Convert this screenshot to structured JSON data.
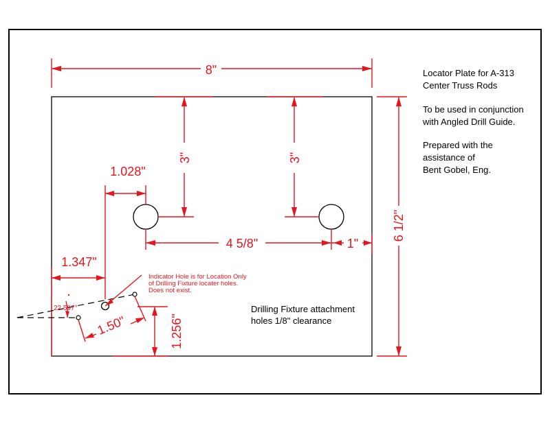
{
  "notes": {
    "title_line1": "Locator Plate for A-313",
    "title_line2": "Center Truss Rods",
    "usage_line1": "To be used in conjunction",
    "usage_line2": "with Angled Drill Guide.",
    "credit_line1": "Prepared with the",
    "credit_line2": "assistance of",
    "credit_line3": "Bent Gobel, Eng.",
    "attachment_line1": "Drilling Fixture attachment",
    "attachment_line2": "holes 1/8\" clearance",
    "indicator_line1": "Indicator Hole is for Location Only",
    "indicator_line2": "of Drilling Fixture locater holes.",
    "indicator_line3": "Does not exist."
  },
  "dimensions": {
    "width": "8\"",
    "height": "6 1/2\"",
    "left_hole_top": "3\"",
    "right_hole_top": "3\"",
    "hole_spacing": "4 5/8\"",
    "right_hole_edge": "1\"",
    "left_hole_offset": "1.028\"",
    "indicator_offset": "1.347\"",
    "fixture_hole_spacing": "1.50\"",
    "fixture_hole_height": "1.256\"",
    "fixture_angle": "22.597°"
  },
  "colors": {
    "dimension": "#e8141c",
    "outline": "#000000"
  }
}
